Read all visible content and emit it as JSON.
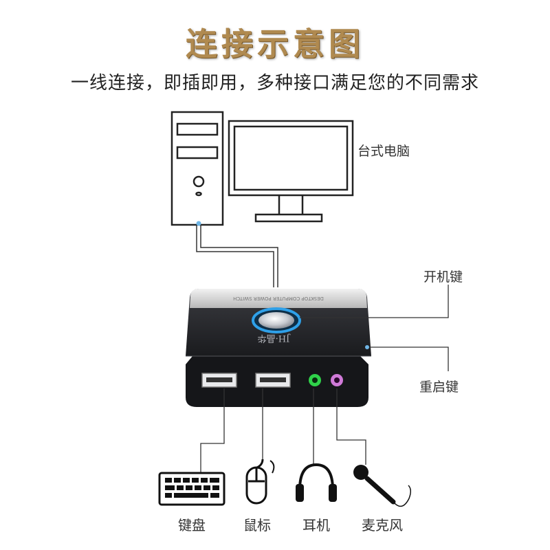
{
  "title": "连接示意图",
  "subtitle": "一线连接，即插即用，多种接口满足您的不同需求",
  "labels": {
    "desktop_pc": "台式电脑",
    "power_key": "开机键",
    "restart_key": "重启键"
  },
  "device_brand": "JH·晶华",
  "device_band_text": "DESKTOP COMPUTER POWER SWITCH",
  "devices": [
    {
      "label": "键盘",
      "icon": "keyboard-icon"
    },
    {
      "label": "鼠标",
      "icon": "mouse-icon"
    },
    {
      "label": "耳机",
      "icon": "headphones-icon"
    },
    {
      "label": "麦克风",
      "icon": "microphone-icon"
    }
  ],
  "colors": {
    "title": "#b08a50",
    "device_body": "#1c1d21",
    "power_ring": "#2fa0e8",
    "audio_green": "#2fd24a",
    "audio_pink": "#d07ad8"
  }
}
